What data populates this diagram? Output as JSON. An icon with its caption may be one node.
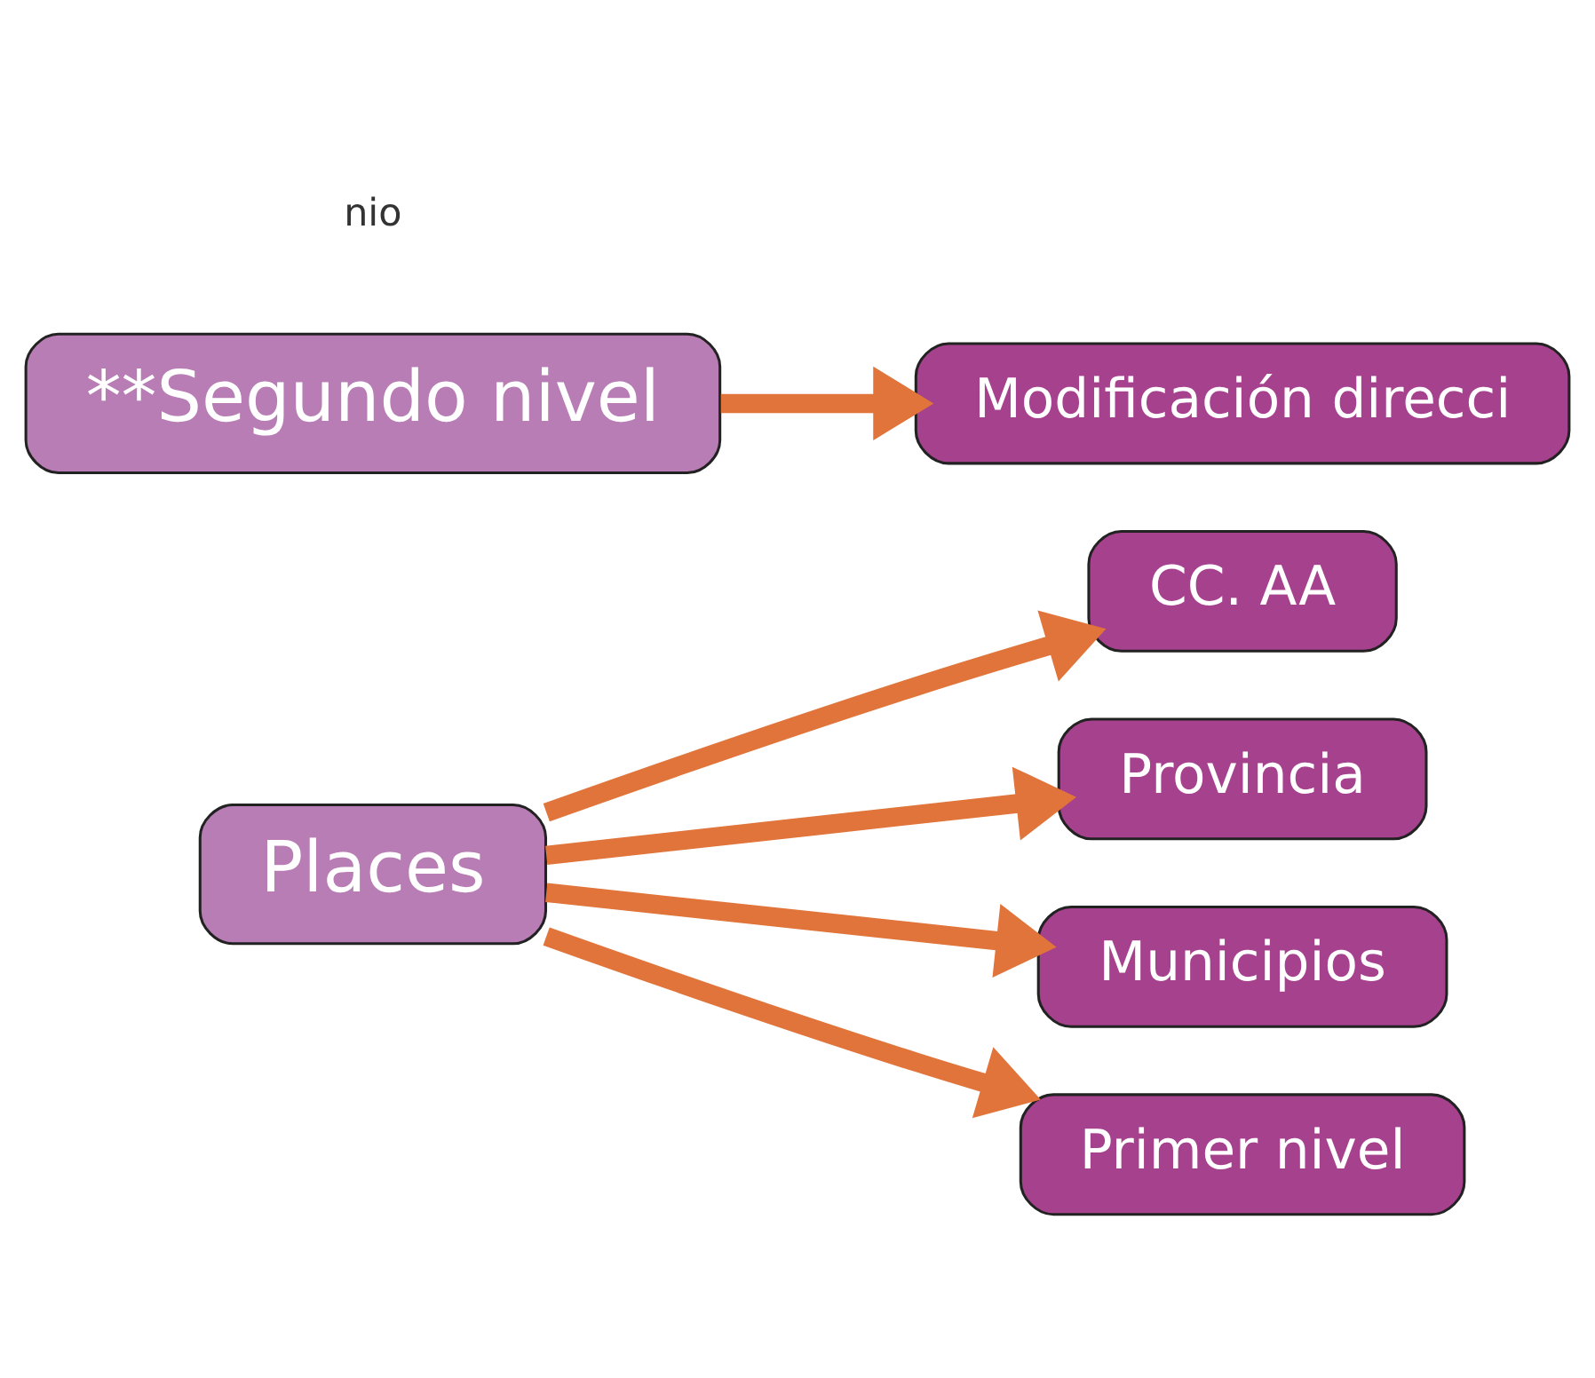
{
  "diagram": {
    "nodes": [
      {
        "text": [
          "Places"
        ]
      },
      {
        "text": [
          "CC. AA"
        ]
      },
      {
        "text": [
          "Provincia"
        ]
      },
      {
        "text": [
          "Municipios"
        ]
      },
      {
        "text": [
          "Primer nivel"
        ]
      },
      {
        "text": [
          "**Segundo nivel"
        ]
      },
      {
        "text": [
          "Modificación direcci"
        ]
      }
    ],
    "edges": [
      {
        "from": 0,
        "to": 1,
        "arrow": "to"
      },
      {
        "from": 0,
        "to": 2,
        "arrow": "to"
      },
      {
        "from": 0,
        "to": 3,
        "arrow": "to"
      },
      {
        "from": 0,
        "to": 4,
        "arrow": "to"
      },
      {
        "from": 5,
        "to": 6,
        "arrow": "to"
      }
    ],
    "labels": [
      "nio"
    ]
  }
}
